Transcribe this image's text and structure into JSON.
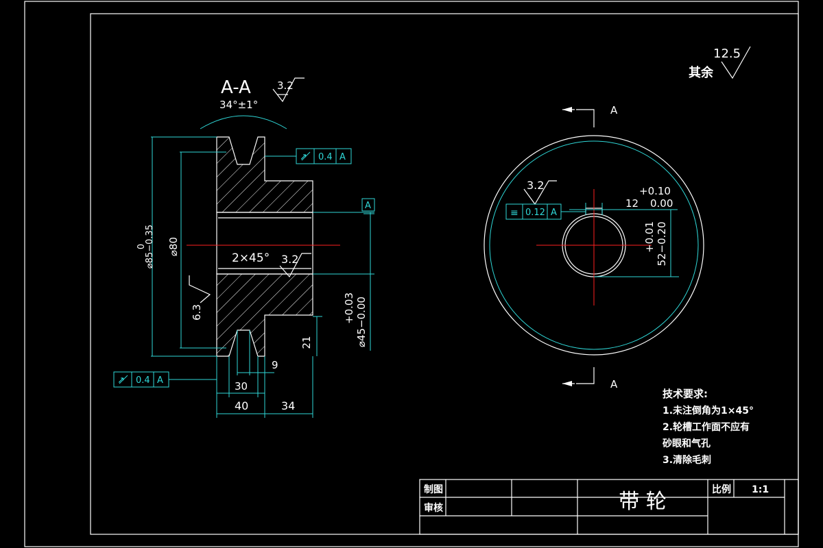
{
  "section_view": {
    "section_label": "A-A",
    "groove_angle": "34°±1°",
    "groove_roughness": "3.2",
    "runout_top": {
      "value": "0.4",
      "datum": "A"
    },
    "runout_bottom": {
      "value": "0.4",
      "datum": "A"
    },
    "datum_label": "A",
    "outer_dia_tol_upper": "0",
    "outer_dia": "⌀85−0.35",
    "pitch_dia": "⌀80",
    "chamfer": "2×45°",
    "bore_roughness": "3.2",
    "face_roughness": "6.3",
    "bore_tol_upper": "+0.03",
    "bore_dia": "⌀45−0.00",
    "dim_21": "21",
    "dim_9": "9",
    "dim_30": "30",
    "dim_40": "40",
    "dim_34": "34"
  },
  "front_view": {
    "general_roughness": "12.5",
    "general_roughness_prefix": "其余",
    "section_mark_top": "A",
    "section_mark_bottom": "A",
    "keyway_roughness": "3.2",
    "symmetry": {
      "value": "0.12",
      "datum": "A"
    },
    "key_width_tol_upper": "+0.10",
    "key_width": "12",
    "key_width_tol_lower": "0.00",
    "key_depth_tol_upper": "+0.01",
    "key_depth": "52−0.20"
  },
  "notes": {
    "heading": "技术要求:",
    "items": [
      "1.未注倒角为1×45°",
      "2.轮槽工作面不应有",
      "砂眼和气孔",
      "3.清除毛刺"
    ]
  },
  "title_block": {
    "drawn_label": "制图",
    "checked_label": "审核",
    "title": "带 轮",
    "scale_label": "比例",
    "scale_value": "1:1"
  }
}
